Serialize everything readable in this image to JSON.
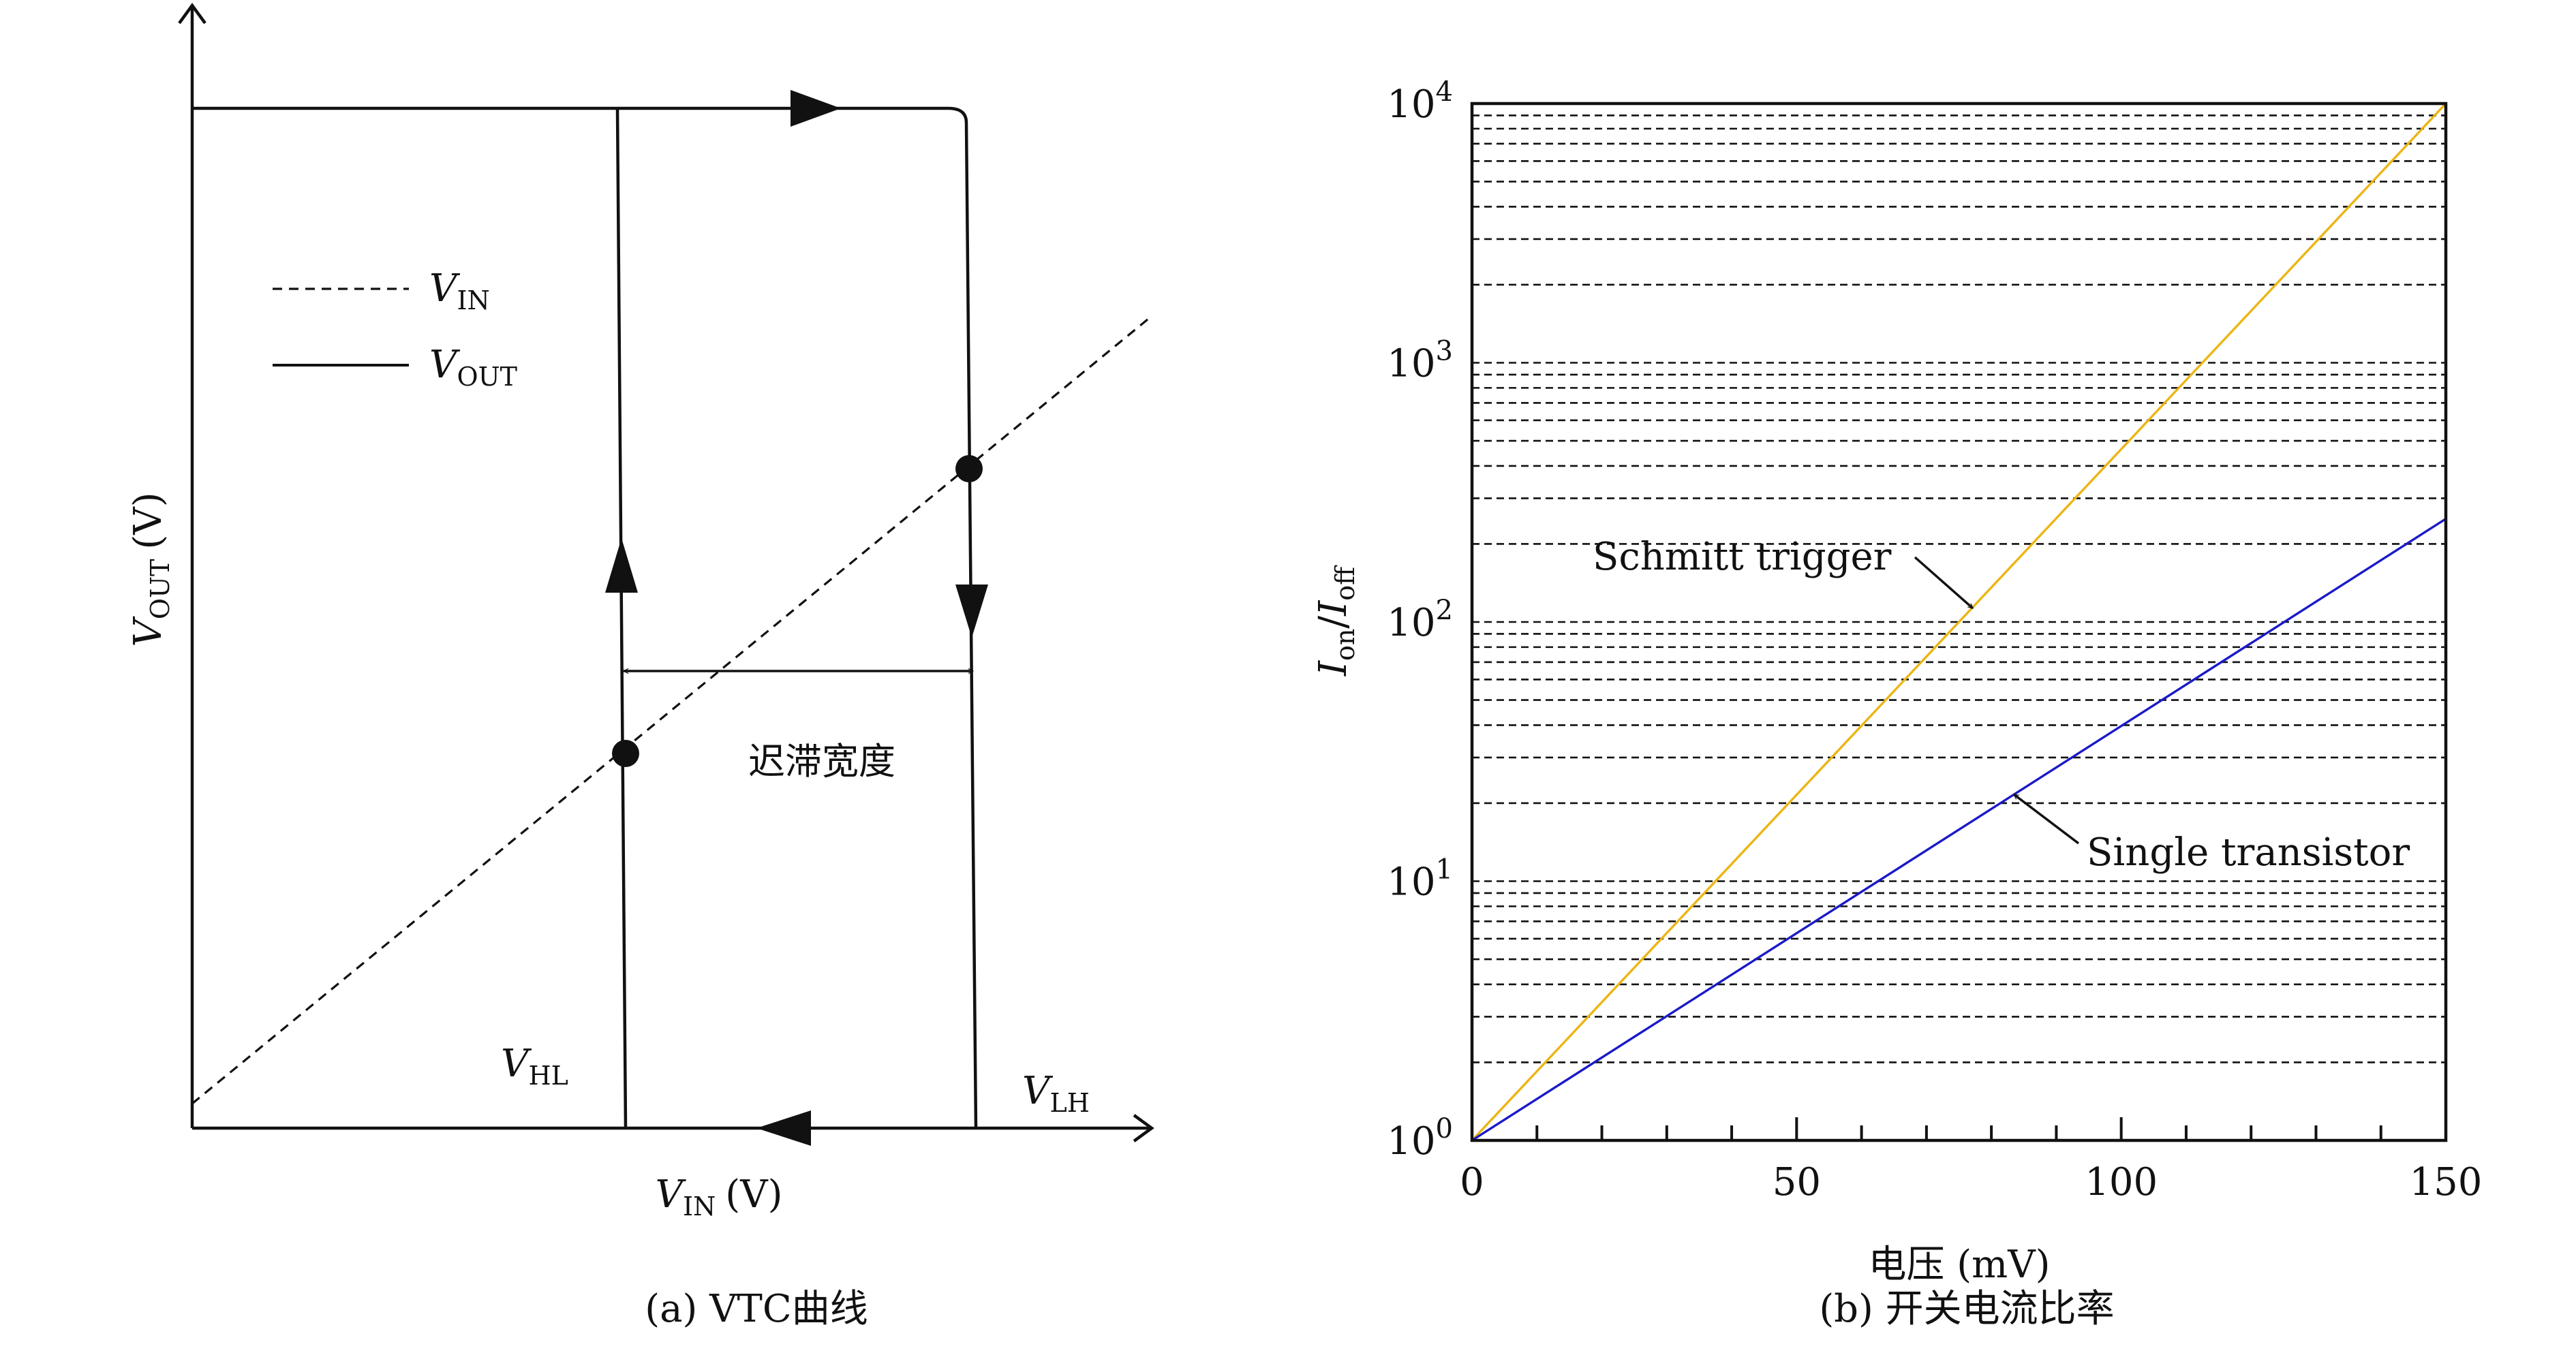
{
  "chart_data": [
    {
      "type": "line",
      "caption": "(a) VTC曲线",
      "xlabel": {
        "main": "V",
        "sub": "IN",
        "unit": "(V)"
      },
      "ylabel": {
        "main": "V",
        "sub": "OUT",
        "unit": "(V)"
      },
      "legend": {
        "placement": "top-left",
        "entries": [
          {
            "main": "V",
            "sub": "IN",
            "style": "dashed"
          },
          {
            "main": "V",
            "sub": "OUT",
            "style": "solid"
          }
        ]
      },
      "annotations": {
        "hysteresis": "迟滞宽度",
        "v_hl": {
          "main": "V",
          "sub": "HL"
        },
        "v_lh": {
          "main": "V",
          "sub": "LH"
        }
      }
    },
    {
      "type": "line",
      "caption": "(b) 开关电流比率",
      "xlabel": "电压 (mV)",
      "ylabel": {
        "i1": "I",
        "s1": "on",
        "sep": "/",
        "i2": "I",
        "s2": "off"
      },
      "xlim": [
        0,
        150
      ],
      "ylim": [
        1,
        10000
      ],
      "y_scale": "log",
      "grid": "horizontal-dashed",
      "x_ticks": [
        "0",
        "50",
        "100",
        "150"
      ],
      "y_ticks": [
        {
          "base": "10",
          "exp": "0",
          "value": 1
        },
        {
          "base": "10",
          "exp": "1",
          "value": 10
        },
        {
          "base": "10",
          "exp": "2",
          "value": 100
        },
        {
          "base": "10",
          "exp": "3",
          "value": 1000
        },
        {
          "base": "10",
          "exp": "4",
          "value": 10000
        }
      ],
      "series": [
        {
          "name": "Schmitt trigger",
          "color": "#ecb514",
          "x": [
            0,
            150
          ],
          "y": [
            1,
            10000
          ]
        },
        {
          "name": "Single transistor",
          "color": "#1a1ac8",
          "x": [
            0,
            150
          ],
          "y": [
            1,
            250
          ]
        }
      ]
    }
  ]
}
